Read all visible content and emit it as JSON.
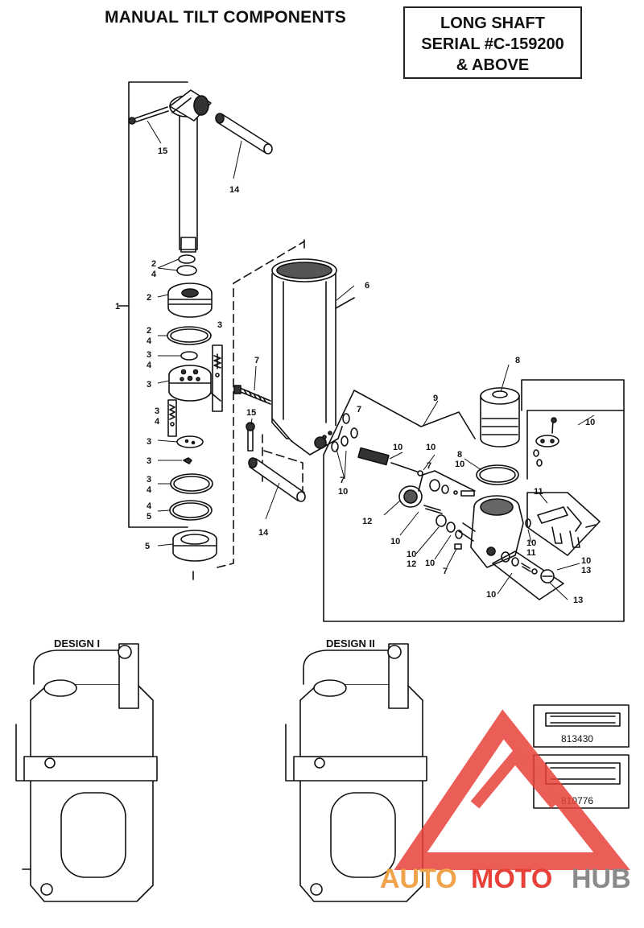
{
  "title": "MANUAL TILT COMPONENTS",
  "info_box": {
    "line1": "LONG SHAFT",
    "line2": "SERIAL #C-159200",
    "line3": "& ABOVE"
  },
  "designs": {
    "design1_label": "DESIGN I",
    "design2_label": "DESIGN II"
  },
  "callouts": {
    "c1": "1",
    "c2a": "2",
    "c4a": "4",
    "c2b": "2",
    "c2c": "2",
    "c4b": "4",
    "c3a": "3",
    "c4c": "4",
    "c3b": "3",
    "c3c": "3",
    "c3d": "3",
    "c4d": "4",
    "c3e": "3",
    "c3f": "3",
    "c3g": "3",
    "c4e": "4",
    "c4f": "4",
    "c5a": "5",
    "c5b": "5",
    "c6": "6",
    "c7a": "7",
    "c7b": "7",
    "c7c": "7",
    "c7d": "7",
    "c7e": "7",
    "c8a": "8",
    "c8b": "8",
    "c9": "9",
    "c10a": "10",
    "c10b": "10",
    "c10c": "10",
    "c10d": "10",
    "c10e": "10",
    "c10f": "10",
    "c10g": "10",
    "c10h": "10",
    "c10i": "10",
    "c10j": "10",
    "c11a": "11",
    "c11b": "11",
    "c12a": "12",
    "c12b": "12",
    "c13a": "13",
    "c13b": "13",
    "c14a": "14",
    "c14b": "14",
    "c15a": "15",
    "c15b": "15"
  },
  "part_numbers": {
    "part_a": "813430",
    "part_b": "810776"
  },
  "watermark": {
    "part1": "AUTO",
    "part2": "MOTO",
    "part3": "HUB"
  },
  "colors": {
    "watermark_red": "#e8413a",
    "watermark_orange": "#f0a34a",
    "watermark_gray": "#8a8a8a",
    "ink": "#111111"
  }
}
